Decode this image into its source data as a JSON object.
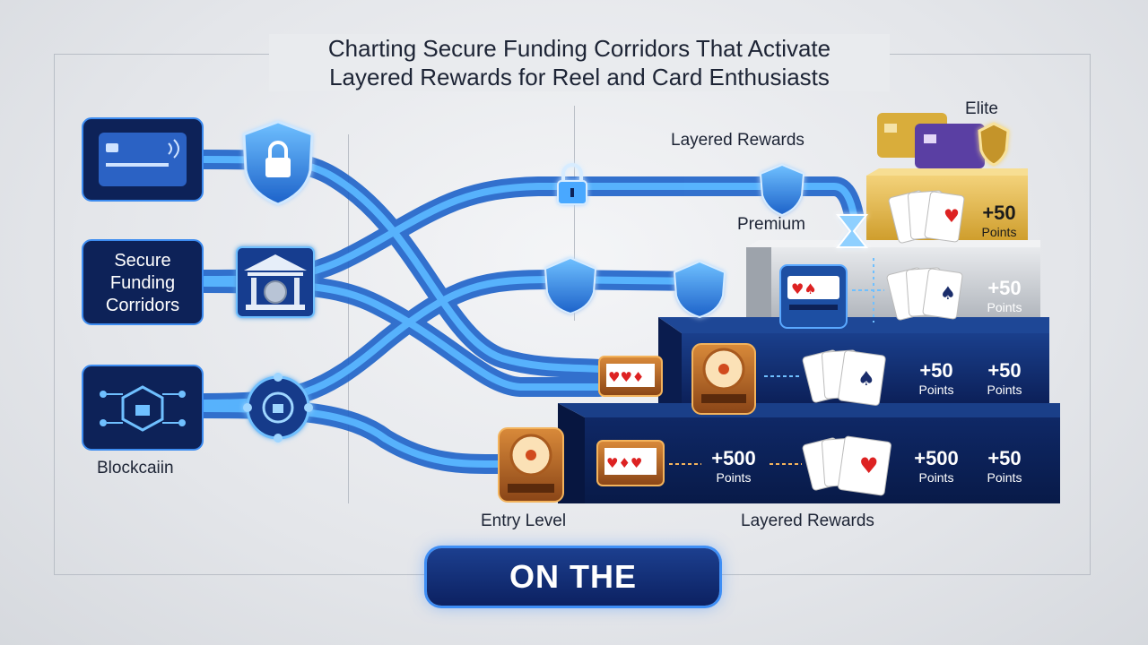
{
  "title": {
    "line1": "Charting Secure Funding Corridors That Activate",
    "line2": "Layered Rewards for Reel and Card Enthusiasts"
  },
  "sources": {
    "middle_label": "Secure Funding Corridors",
    "bottom_label": "Blockcaiin",
    "icons": [
      "credit-card-icon",
      "bank-icon",
      "blockchain-icon"
    ]
  },
  "labels": {
    "layered_rewards_top": "Layered Rewards",
    "premium": "Premium",
    "elite": "Elite",
    "entry_level": "Entry Level",
    "layered_rewards_bottom": "Layered Rewards"
  },
  "tiers": {
    "elite": {
      "rewards": [
        {
          "value": "+50",
          "unit": "Points"
        }
      ]
    },
    "premium": {
      "rewards": [
        {
          "value": "+50",
          "unit": "Points"
        }
      ]
    },
    "mid": {
      "rewards": [
        {
          "value": "+50",
          "unit": "Points"
        },
        {
          "value": "+50",
          "unit": "Points"
        }
      ]
    },
    "entry": {
      "rewards": [
        {
          "value": "+500",
          "unit": "Points"
        },
        {
          "value": "+500",
          "unit": "Points"
        },
        {
          "value": "+50",
          "unit": "Points"
        }
      ]
    }
  },
  "cta": {
    "label": "ON THE"
  },
  "colors": {
    "corridor": "#3d9cf5",
    "navy": "#0d2260",
    "gold": "#e3b23c",
    "silver": "#c9cdd3"
  }
}
